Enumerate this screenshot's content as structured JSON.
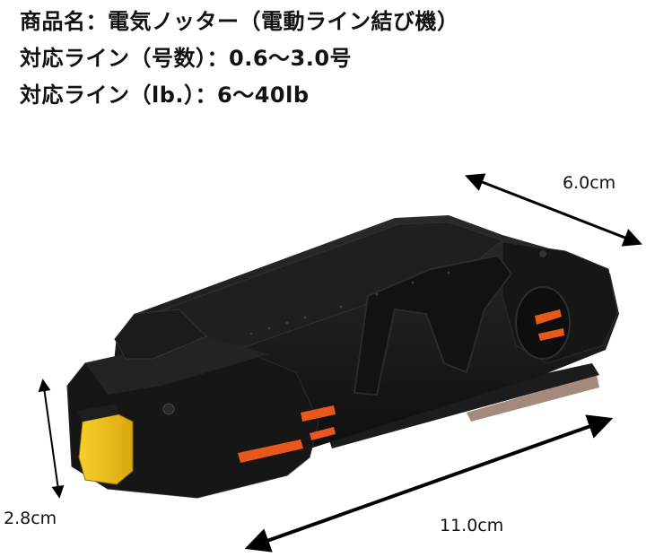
{
  "specs": {
    "product_name": "商品名：電気ノッター（電動ライン結び機）",
    "line_range_go": "対応ライン（号数）：0.6～3.0号",
    "line_range_lb": "対応ライン（lb.）：6～40lb"
  },
  "dimensions": {
    "depth": "6.0cm",
    "height": "2.8cm",
    "length": "11.0cm"
  },
  "colors": {
    "body": "#141414",
    "accent_orange": "#e8581c",
    "button_yellow": "#f2c21b",
    "arrow": "#000000"
  }
}
